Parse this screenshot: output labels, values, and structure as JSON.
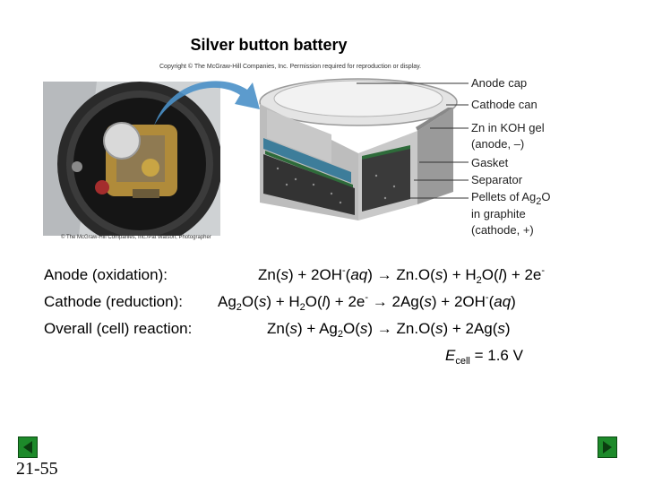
{
  "title": "Silver button battery",
  "copyright": "Copyright © The McGraw-Hill Companies, Inc. Permission required for reproduction or display.",
  "photo_credit": "© The McGraw-Hill Companies, Inc./Pat Watson, Photographer",
  "labels": {
    "anode_cap": "Anode cap",
    "cathode_can": "Cathode can",
    "zn_gel_1": "Zn in KOH gel",
    "zn_gel_2": "(anode, –)",
    "gasket": "Gasket",
    "separator": "Separator",
    "pellets_pre": "Pellets of Ag",
    "pellets_sub": "2",
    "pellets_post": "O",
    "pellets_2": "in graphite",
    "pellets_3": "(cathode, +)"
  },
  "equations": {
    "anode_label": "Anode (oxidation):",
    "cathode_label": "Cathode (reduction):",
    "overall_label": "Overall (cell) reaction:",
    "ecell_symbol": "E",
    "ecell_sub": "cell",
    "ecell_value": " = 1.6 V"
  },
  "slide_number": "21-55",
  "colors": {
    "nav_green": "#1d8a2a",
    "arrow_blue": "#4a90c8",
    "separator_green": "#2e6b3a"
  }
}
